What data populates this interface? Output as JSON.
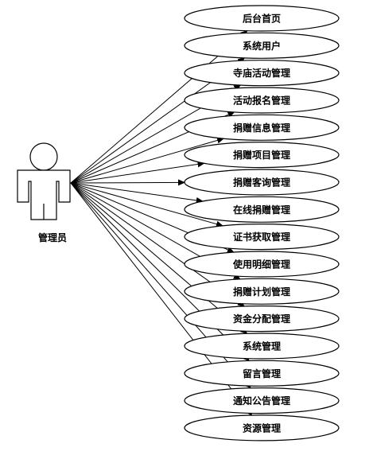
{
  "actor": {
    "label": "管理员",
    "icon": "person-icon"
  },
  "use_cases": [
    "后台首页",
    "系统用户",
    "寺庙活动管理",
    "活动报名管理",
    "捐赠信息管理",
    "捐赠项目管理",
    "捐赠客询管理",
    "在线捐赠管理",
    "证书获取管理",
    "使用明细管理",
    "捐赠计划管理",
    "资金分配管理",
    "系统管理",
    "留言管理",
    "通知公告管理",
    "资源管理"
  ]
}
